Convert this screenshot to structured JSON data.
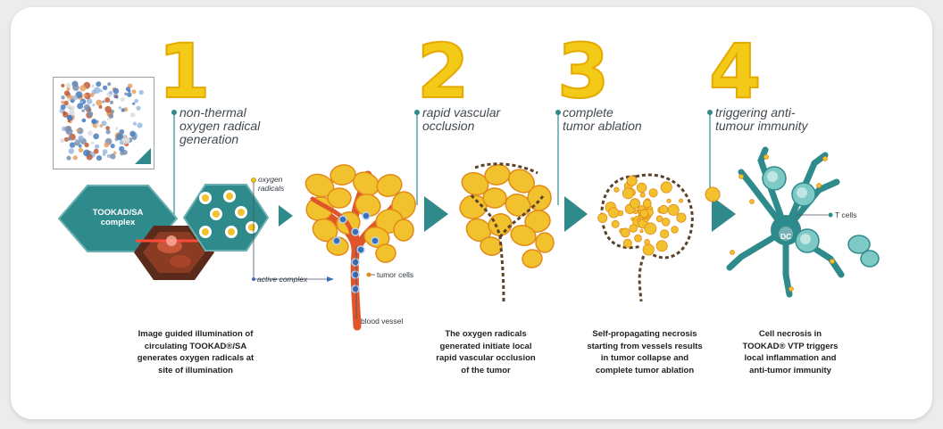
{
  "steps": [
    {
      "number": "1",
      "title": "non-thermal\noxygen radical\ngeneration",
      "caption": "Image guided illumination of\ncirculating TOOKAD®/SA\ngenerates oxygen radicals at\nsite of illumination"
    },
    {
      "number": "2",
      "title": "rapid vascular\nocclusion",
      "caption": "The oxygen radicals\ngenerated initiate local\nrapid vascular occlusion\nof the tumor"
    },
    {
      "number": "3",
      "title": "complete\ntumor ablation",
      "caption": "Self-propagating necrosis\nstarting from vessels results\nin tumor collapse and\ncomplete tumor ablation"
    },
    {
      "number": "4",
      "title": "triggering anti-\ntumour immunity",
      "caption": "Cell necrosis in\nTOOKAD® VTP triggers\nlocal inflammation and\nanti-tumor immunity"
    }
  ],
  "labels": {
    "drug_hex": "TOOKAD/SA\ncomplex",
    "oxygen_radicals": "oxygen\nradicals",
    "active_complex": "active complex",
    "tumor_cells": "tumor cells",
    "blood_vessel": "blood vessel",
    "t_cells": "T cells",
    "dc": "DC"
  },
  "colors": {
    "number_yellow": "#f3ca17",
    "teal": "#2f8a8c",
    "tumor_yellow": "#f2c12e",
    "tumor_orange": "#e28a1a",
    "vessel_red": "#e0562a",
    "necrosis_brown": "#5a4328",
    "title_grey": "#404a52",
    "card_bg": "#ffffff",
    "page_bg": "#ececec"
  },
  "icons": [
    "molecule-structure-image",
    "arrow-right-icon"
  ]
}
